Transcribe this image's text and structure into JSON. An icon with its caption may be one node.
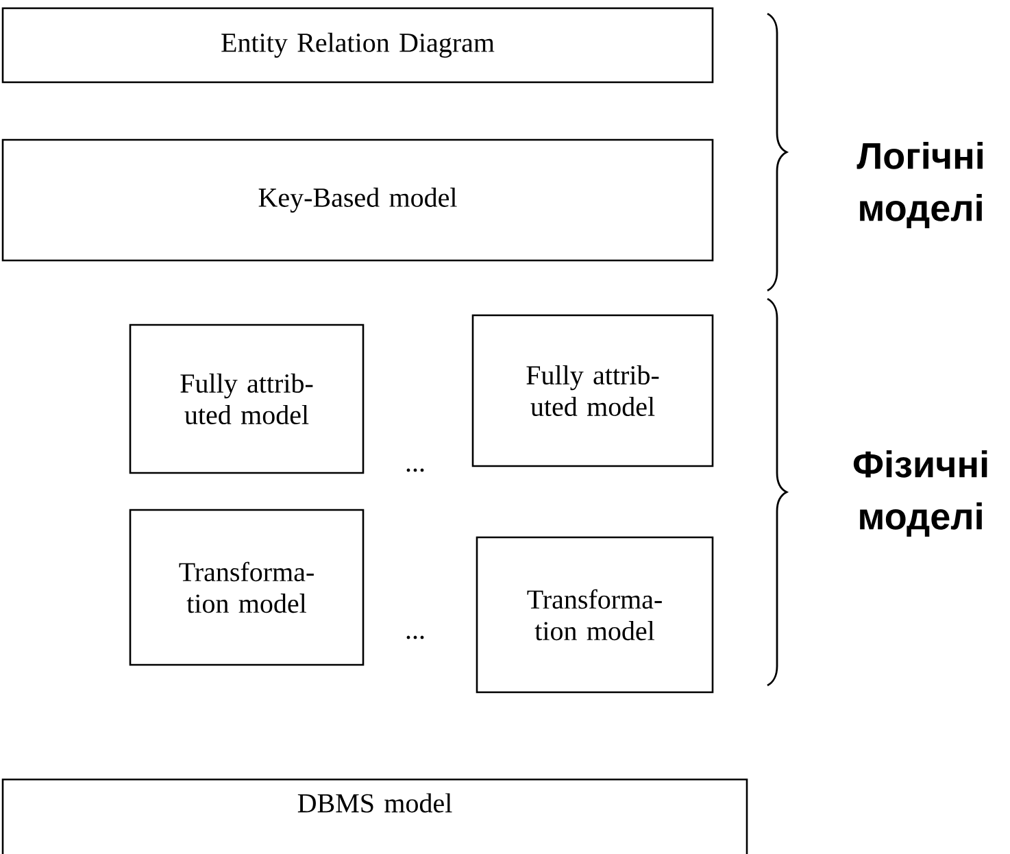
{
  "diagram": {
    "nodes": [
      {
        "text": [
          "Entity Relation Diagram"
        ]
      },
      {
        "text": [
          "Key-Based model"
        ]
      },
      {
        "text": [
          "Fully attrib- uted model"
        ]
      },
      {
        "text": [
          "Fully attrib- uted model"
        ]
      },
      {
        "text": [
          "Transforma- tion model"
        ]
      },
      {
        "text": [
          "Transforma- tion model"
        ]
      },
      {
        "text": [
          "DBMS model"
        ]
      }
    ],
    "edges": [],
    "labels": [
      "Логічні моделі",
      "...",
      "Фізичні моделі",
      "..."
    ]
  }
}
